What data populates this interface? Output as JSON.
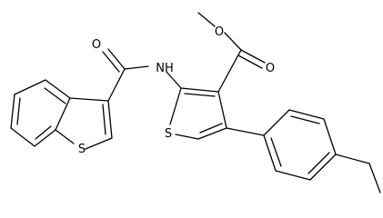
{
  "atoms": {
    "carbonyl_o_top": "O",
    "amide_nh": "NH",
    "ester_o_single": "O",
    "ester_o_double": "O",
    "thiophene_s": "S",
    "benzothiophene_s": "S"
  }
}
